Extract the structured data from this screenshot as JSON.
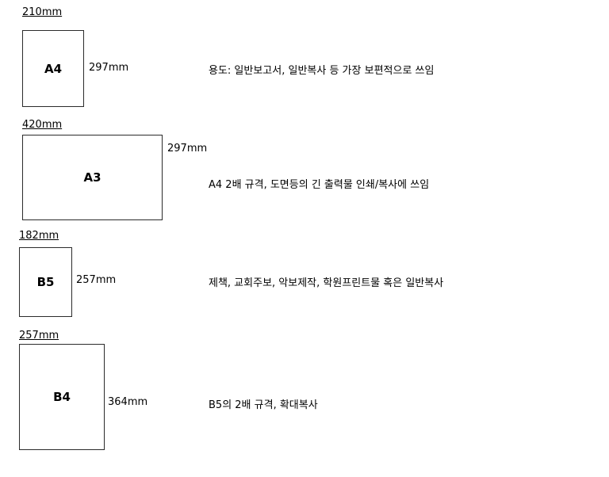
{
  "page": {
    "background": "#ffffff",
    "text_color": "#000000",
    "box_border_color": "#2b2b2b"
  },
  "sections": [
    {
      "name": "A4",
      "width_label": "210mm",
      "height_label": "297mm",
      "description": "용도: 일반보고서, 일반복사 등 가장 보편적으로 쓰임"
    },
    {
      "name": "A3",
      "width_label": "420mm",
      "height_label": "297mm",
      "description": "A4 2배 규격, 도면등의 긴 출력물 인쇄/복사에 쓰임"
    },
    {
      "name": "B5",
      "width_label": "182mm",
      "height_label": "257mm",
      "description": "제책, 교회주보, 악보제작, 학원프린트물 혹은 일반복사"
    },
    {
      "name": "B4",
      "width_label": "257mm",
      "height_label": "364mm",
      "description": "B5의 2배 규격, 확대복사"
    }
  ]
}
